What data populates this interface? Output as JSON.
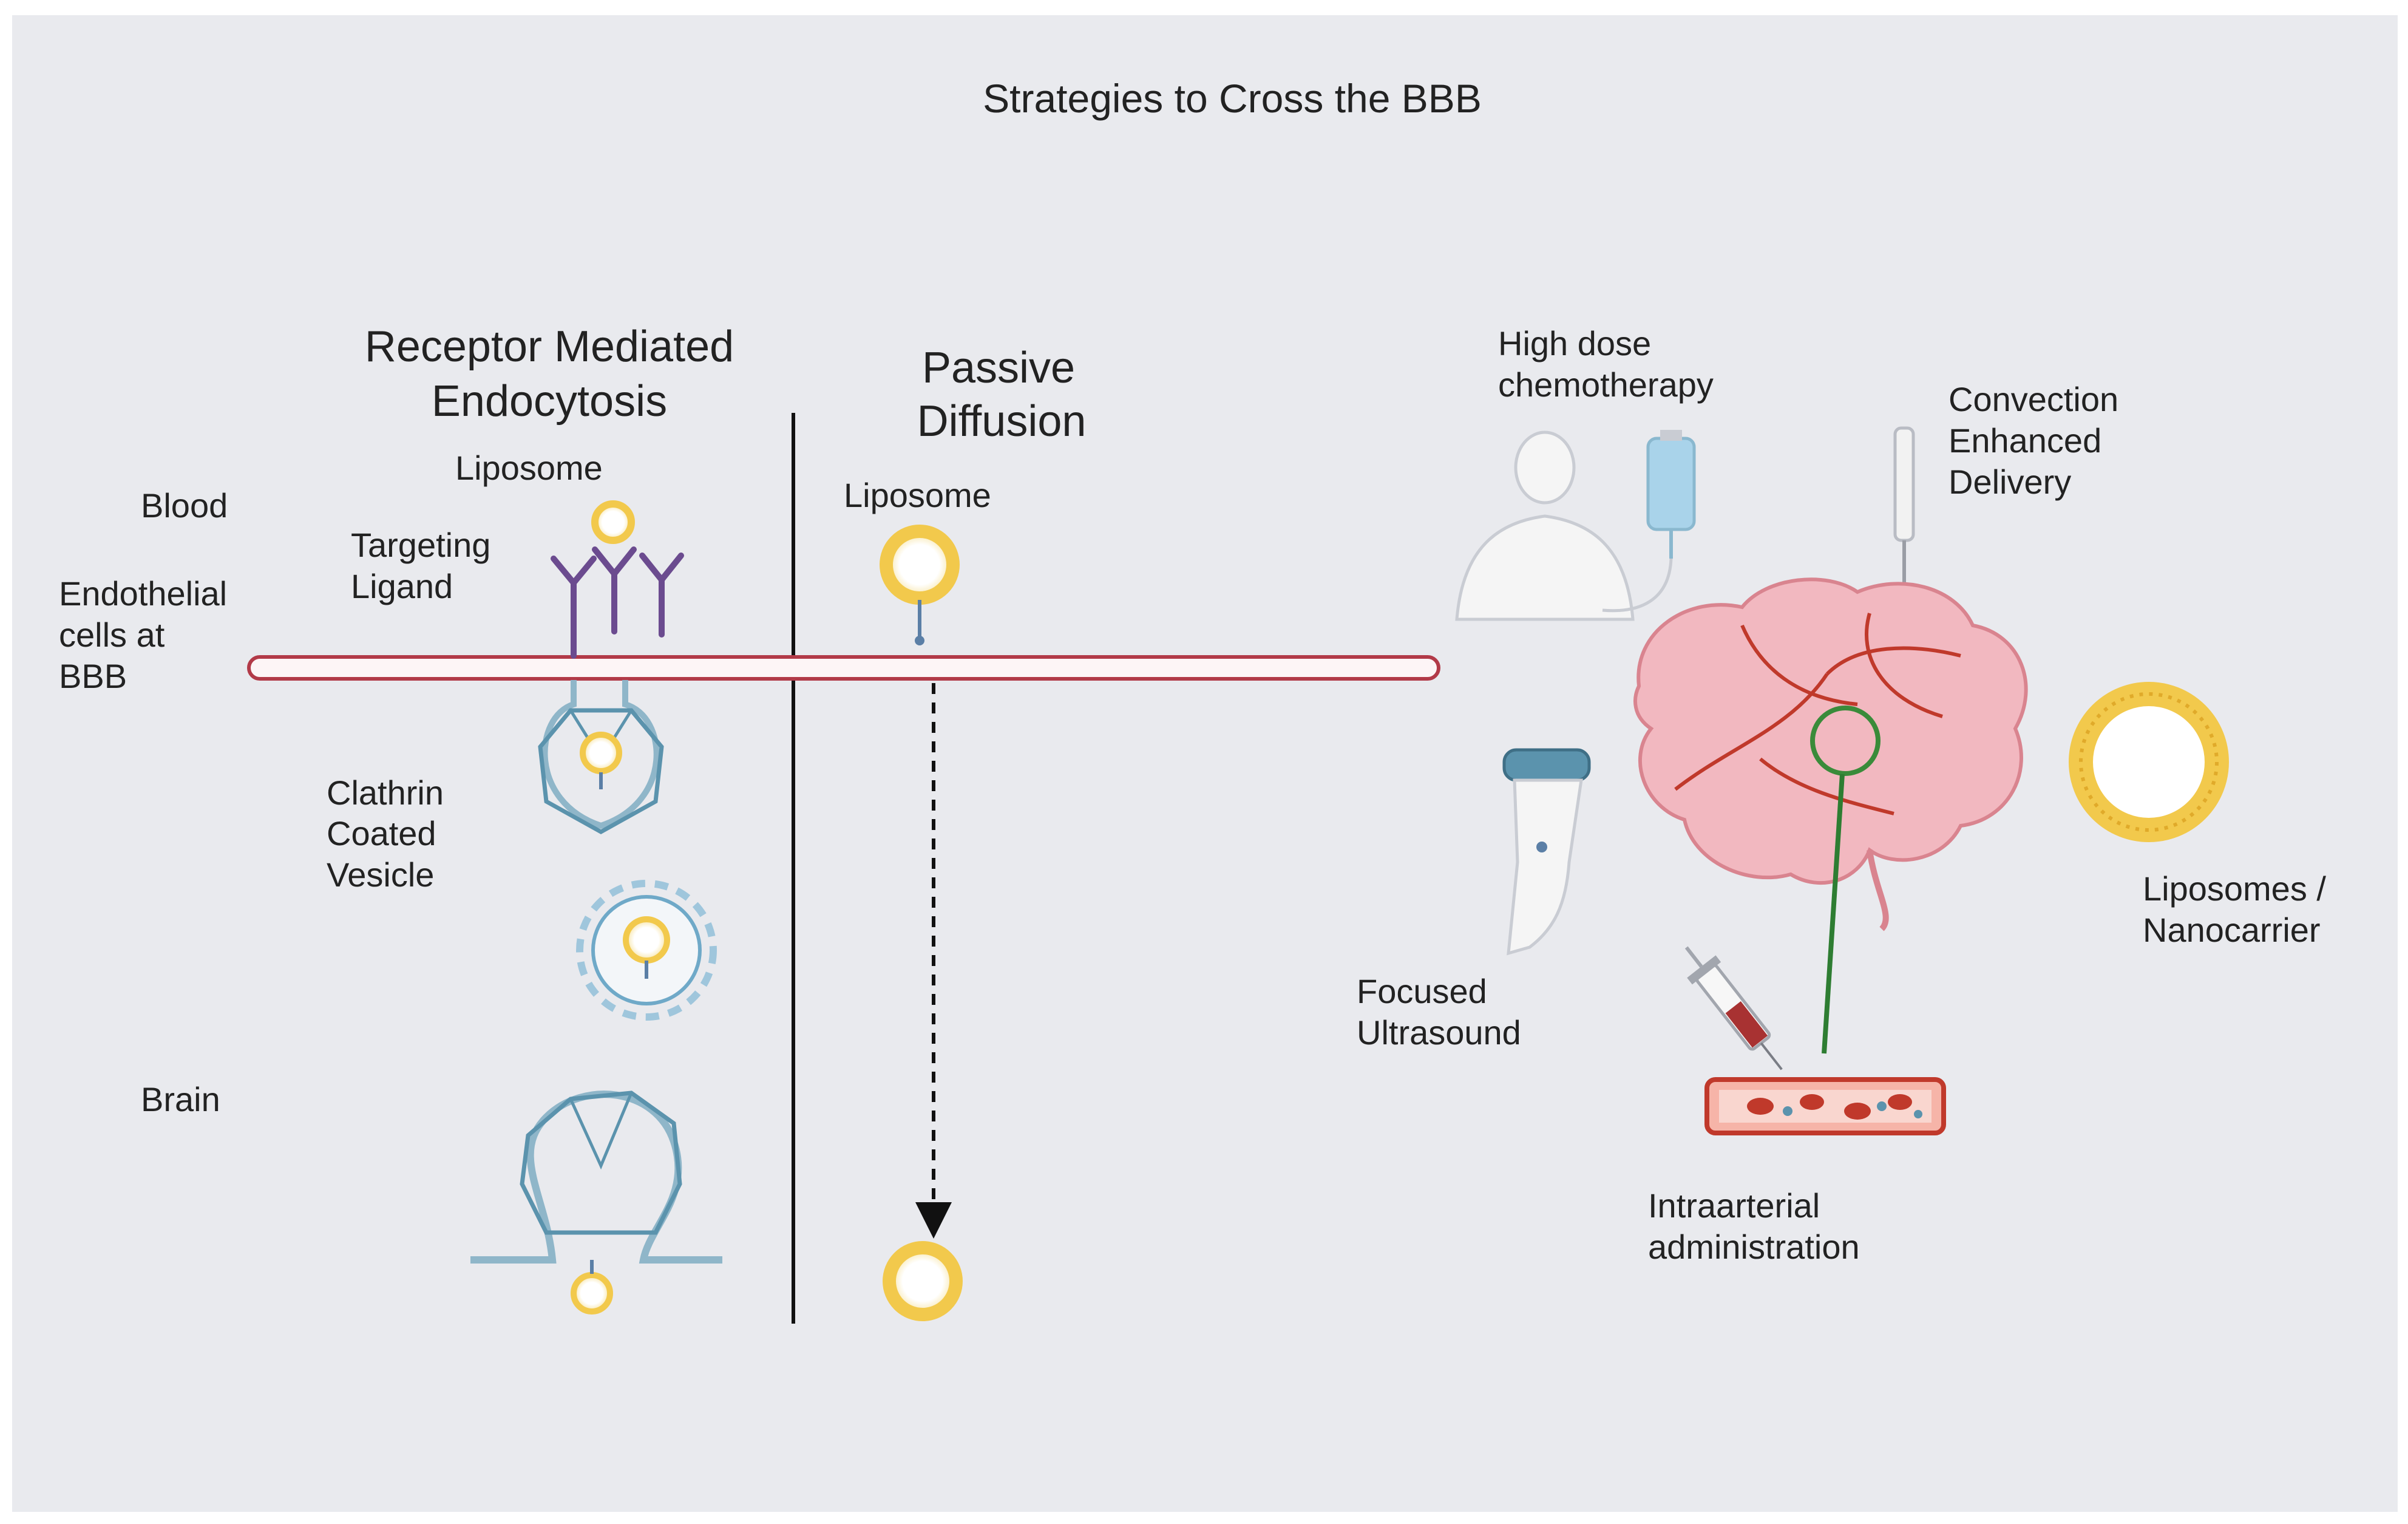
{
  "title": "Strategies to Cross the BBB",
  "sections": {
    "rme": {
      "heading_line1": "Receptor Mediated",
      "heading_line2": "Endocytosis"
    },
    "passive": {
      "heading_line1": "Passive",
      "heading_line2": "Diffusion"
    }
  },
  "regions": {
    "blood": "Blood",
    "endothelial_line1": "Endothelial",
    "endothelial_line2": "cells at",
    "endothelial_line3": "BBB",
    "brain": "Brain"
  },
  "rme_labels": {
    "liposome": "Liposome",
    "targeting_line1": "Targeting",
    "targeting_line2": "Ligand",
    "clathrin_line1": "Clathrin",
    "clathrin_line2": "Coated",
    "clathrin_line3": "Vesicle"
  },
  "passive_labels": {
    "liposome": "Liposome"
  },
  "strategies": {
    "chemo_line1": "High dose",
    "chemo_line2": "chemotherapy",
    "ced_line1": "Convection",
    "ced_line2": "Enhanced",
    "ced_line3": "Delivery",
    "fus_line1": "Focused",
    "fus_line2": "Ultrasound",
    "ia_line1": "Intraarterial",
    "ia_line2": "administration",
    "nano_line1": "Liposomes /",
    "nano_line2": "Nanocarrier"
  },
  "colors": {
    "background": "#e9eaee",
    "membrane": "#b23a48",
    "clathrin": "#5b93ad",
    "ligand": "#6b4b8f",
    "liposome": "#f2c94c",
    "brain": "#f2b8c0",
    "vessel": "#c0392b",
    "needle": "#2e7d32"
  }
}
